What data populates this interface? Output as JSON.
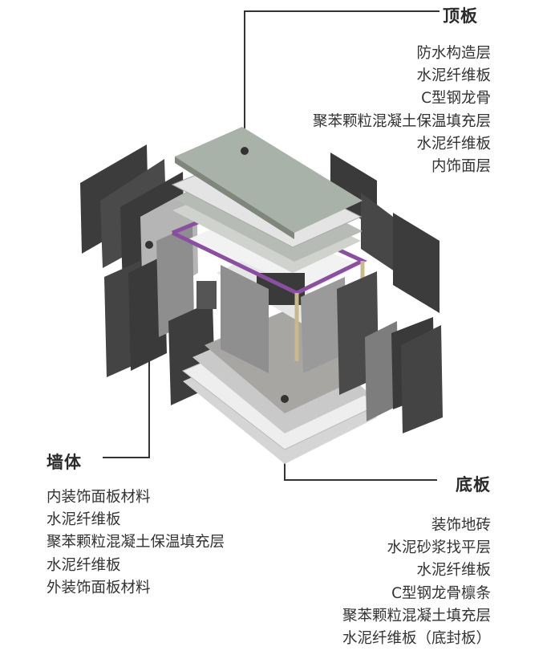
{
  "roof": {
    "title": "顶板",
    "layers": [
      "防水构造层",
      "水泥纤维板",
      "C型钢龙骨",
      "聚苯颗粒混凝土保温填充层",
      "水泥纤维板",
      "内饰面层"
    ]
  },
  "wall": {
    "title": "墙体",
    "layers": [
      "内装饰面板材料",
      "水泥纤维板",
      "聚苯颗粒混凝土保温填充层",
      "水泥纤维板",
      "外装饰面板材料"
    ]
  },
  "floor": {
    "title": "底板",
    "layers": [
      "装饰地砖",
      "水泥砂浆找平层",
      "水泥纤维板",
      "C型钢龙骨檩条",
      "聚苯颗粒混凝土填充层",
      "水泥纤维板（底封板）"
    ]
  },
  "colors": {
    "dark_panel": "#3a3a3a",
    "grey_panel": "#9a9a9a",
    "roof": "#a9b2a8",
    "frame": "#8a4fa0",
    "leader": "#333333"
  }
}
